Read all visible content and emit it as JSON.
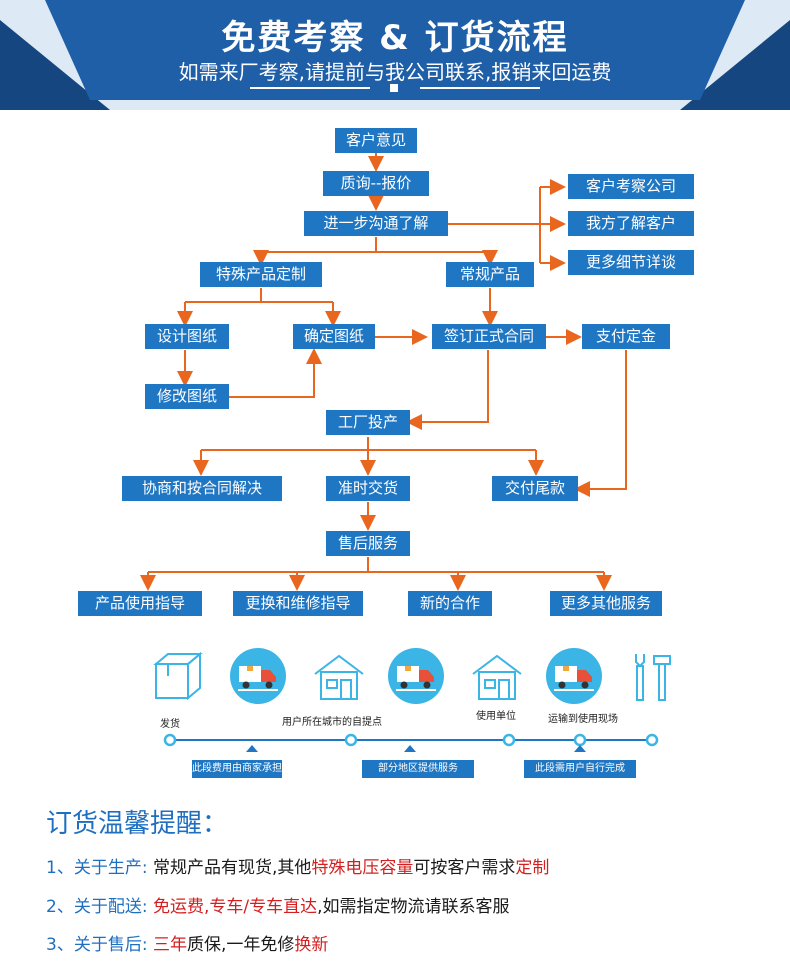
{
  "banner": {
    "title": "免费考察 & 订货流程",
    "subtitle": "如需来厂考察,请提前与我公司联系,报销来回运费"
  },
  "flow": {
    "customer_opinion": "客户意见",
    "inquiry_quote": "质询--报价",
    "further_communication": "进一步沟通了解",
    "customer_visit": "客户考察公司",
    "we_learn_customer": "我方了解客户",
    "more_details": "更多细节详谈",
    "special_product": "特殊产品定制",
    "regular_product": "常规产品",
    "design_drawing": "设计图纸",
    "confirm_drawing": "确定图纸",
    "sign_contract": "签订正式合同",
    "pay_deposit": "支付定金",
    "modify_drawing": "修改图纸",
    "factory_production": "工厂投产",
    "negotiate_solution": "协商和按合同解决",
    "on_time_delivery": "准时交货",
    "pay_balance": "交付尾款",
    "after_sales": "售后服务",
    "product_guide": "产品使用指导",
    "replace_repair": "更换和维修指导",
    "new_cooperation": "新的合作",
    "more_services": "更多其他服务"
  },
  "delivery": {
    "steps": [
      "发货",
      "用户所在城市的自提点",
      "使用单位",
      "运输到使用现场"
    ],
    "tags": [
      "此段费用由商家承担",
      "部分地区提供服务",
      "此段需用户自行完成"
    ],
    "colors": {
      "circle": "#3ab5e6",
      "truck": "#e8503a",
      "line": "#1f77c4"
    }
  },
  "notes": {
    "title": "订货温馨提醒：",
    "items": [
      {
        "head": "1、关于生产:",
        "parts": [
          [
            "常规产品有现货,其他",
            "n"
          ],
          [
            "特殊电压容量",
            "r"
          ],
          [
            "可按客户需求",
            "n"
          ],
          [
            "定制",
            "r"
          ]
        ]
      },
      {
        "head": "2、关于配送:",
        "parts": [
          [
            "免运费,专车/专车直达",
            "r"
          ],
          [
            ",如需指定物流请联系客服",
            "n"
          ]
        ]
      },
      {
        "head": "3、关于售后:",
        "parts": [
          [
            "三年",
            "r"
          ],
          [
            "质保,一年免修",
            "n"
          ],
          [
            "换新",
            "r"
          ]
        ]
      }
    ]
  },
  "colors": {
    "box": "#1f77c4",
    "arrow": "#e8661e",
    "banner": "#1f5fa8",
    "banner_dark": "#16467f"
  }
}
